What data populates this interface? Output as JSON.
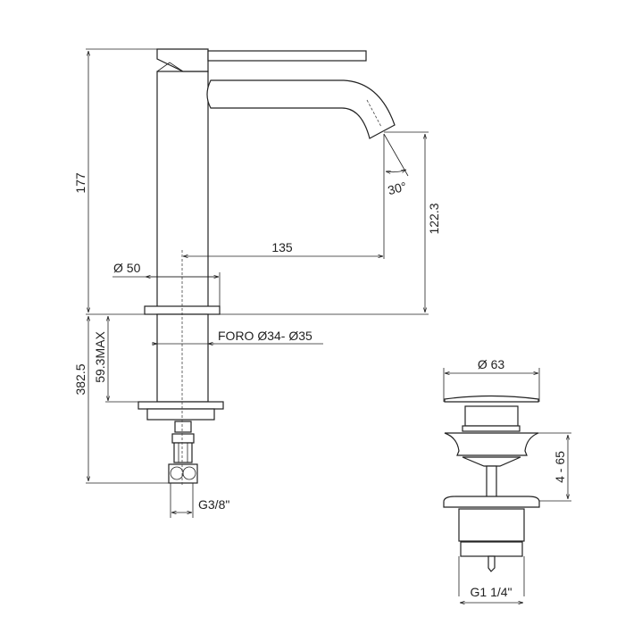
{
  "faucet": {
    "height_total": "177",
    "spout_height": "122.3",
    "spout_reach": "135",
    "spout_angle": "30°",
    "base_diameter": "Ø 50",
    "hole_diameter": "FORO Ø34- Ø35",
    "max_thickness": "59.3MAX",
    "hose_length": "382.5",
    "connection": "G3/8\""
  },
  "drain": {
    "cap_diameter": "Ø 63",
    "thickness_range": "4 - 65",
    "thread": "G1 1/4\""
  }
}
